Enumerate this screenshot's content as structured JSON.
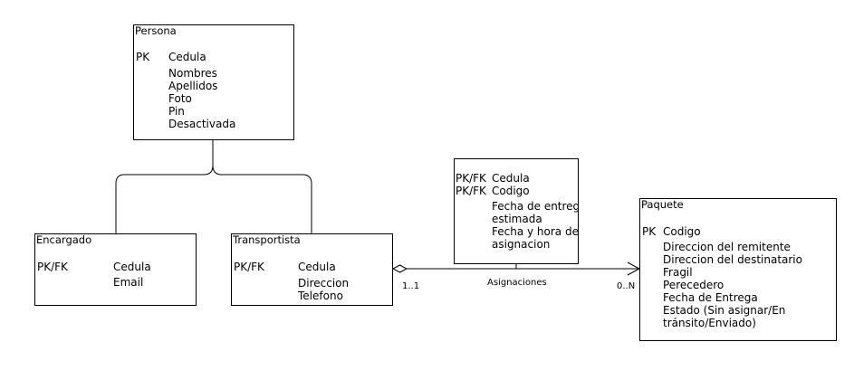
{
  "entities": {
    "persona": {
      "title": "Persona",
      "key_label": "PK",
      "key_attr": "Cedula",
      "attrs": [
        "Nombres",
        "Apellidos",
        "Foto",
        "Pin",
        "Desactivada"
      ]
    },
    "encargado": {
      "title": "Encargado",
      "key_label": "PK/FK",
      "key_attr": "Cedula",
      "attrs": [
        "Email"
      ]
    },
    "transportista": {
      "title": "Transportista",
      "key_label": "PK/FK",
      "key_attr": "Cedula",
      "attrs": [
        "Direccion",
        "Telefono"
      ]
    },
    "asignacion": {
      "title": "",
      "key_label_1": "PK/FK",
      "key_attr_1": "Cedula",
      "key_label_2": "PK/FK",
      "key_attr_2": "Codigo",
      "attrs": [
        "Fecha de entrega",
        "estimada",
        "Fecha y hora de",
        "asignacion"
      ]
    },
    "paquete": {
      "title": "Paquete",
      "key_label": "PK",
      "key_attr": "Codigo",
      "attrs": [
        "Direccion del remitente",
        "Direccion del destinatario",
        "Fragil",
        "Perecedero",
        "Fecha de Entrega",
        "Estado (Sin asignar/En",
        "tránsito/Enviado)"
      ]
    }
  },
  "relationship": {
    "name": "Asignaciones",
    "source_cardinality": "1..1",
    "target_cardinality": "0..N"
  }
}
